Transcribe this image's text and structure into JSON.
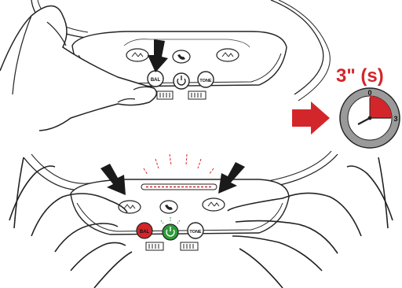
{
  "timer": {
    "duration_label": "3\" (s)",
    "dial_top_value": "0",
    "dial_right_value": "3"
  },
  "device_top": {
    "button_left_label": "BAL",
    "button_right_label": "TONE"
  },
  "device_bottom": {
    "button_left_label": "BAL",
    "button_right_label": "TONE"
  },
  "colors": {
    "accent_red": "#d3262b",
    "power_green": "#2e9a3a",
    "dial_gray": "#9a9a9a",
    "line_dark": "#1a1a1a"
  },
  "icons": [
    "pointer-arrow-icon",
    "phone-icon",
    "power-icon",
    "volume-up-icon",
    "volume-down-icon",
    "stopwatch-icon",
    "right-arrow-icon"
  ]
}
